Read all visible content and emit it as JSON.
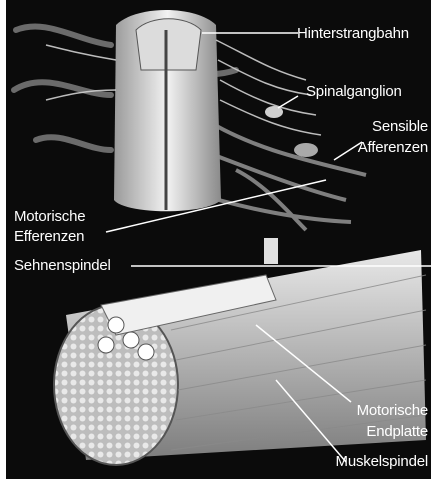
{
  "labels": {
    "hinterstrangbahn": "Hinterstrangbahn",
    "spinalganglion": "Spinalganglion",
    "sensible_1": "Sensible",
    "sensible_2": "Afferenzen",
    "motorische_1": "Motorische",
    "motorische_2": "Efferenzen",
    "sehnenspindel": "Sehnenspindel",
    "endplatte_1": "Motorische",
    "endplatte_2": "Endplatte",
    "muskelspindel": "Muskelspindel"
  },
  "colors": {
    "background": "#0b0b0b",
    "tissue": "#d9d9d9",
    "label_text": "#ffffff"
  }
}
